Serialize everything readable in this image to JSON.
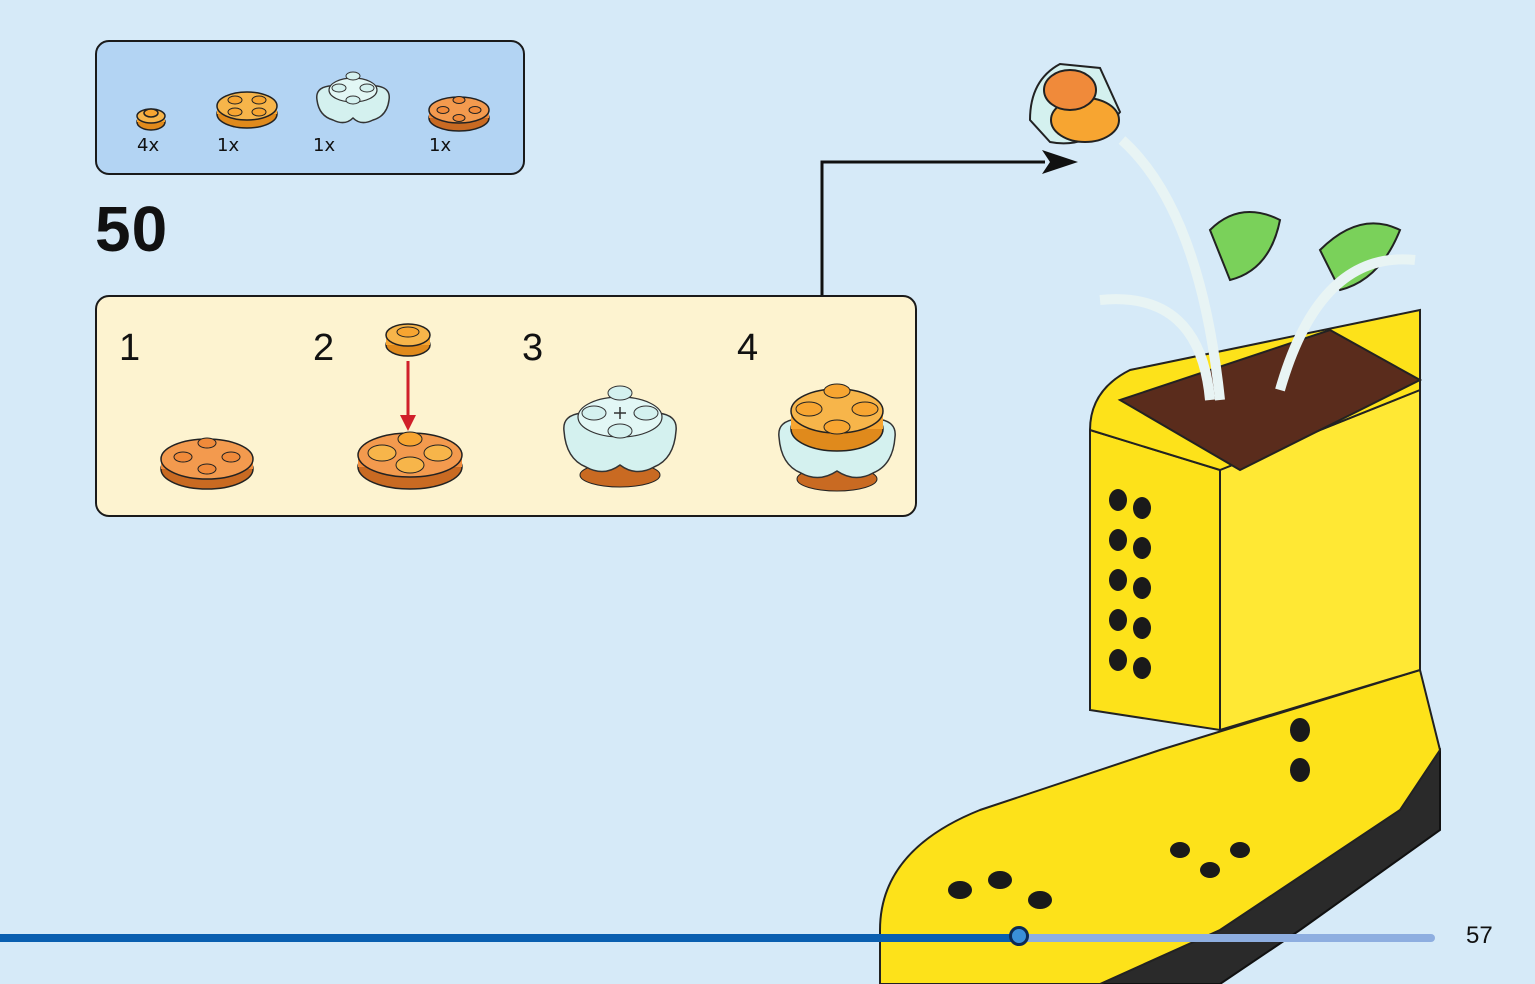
{
  "step": {
    "number": "50"
  },
  "parts": [
    {
      "qty": "4x",
      "icon": "round-plate-1x1-orange-icon",
      "color": "#f7a531"
    },
    {
      "qty": "1x",
      "icon": "round-plate-2x2-orange-icon",
      "color": "#f7a531"
    },
    {
      "qty": "1x",
      "icon": "flower-plate-light-aqua-icon",
      "color": "#d4f1ef"
    },
    {
      "qty": "1x",
      "icon": "round-plate-2x2-dark-orange-icon",
      "color": "#f08a3a"
    }
  ],
  "substeps": [
    {
      "number": "1"
    },
    {
      "number": "2"
    },
    {
      "number": "3"
    },
    {
      "number": "4"
    }
  ],
  "progress": {
    "fraction": 0.71
  },
  "page": {
    "number": "57"
  },
  "colors": {
    "background": "#d6eaf8",
    "parts_box": "#b3d4f3",
    "substeps_box": "#fdf3d0",
    "boot_yellow": "#fde21a",
    "progress": "#0a5fb0"
  }
}
